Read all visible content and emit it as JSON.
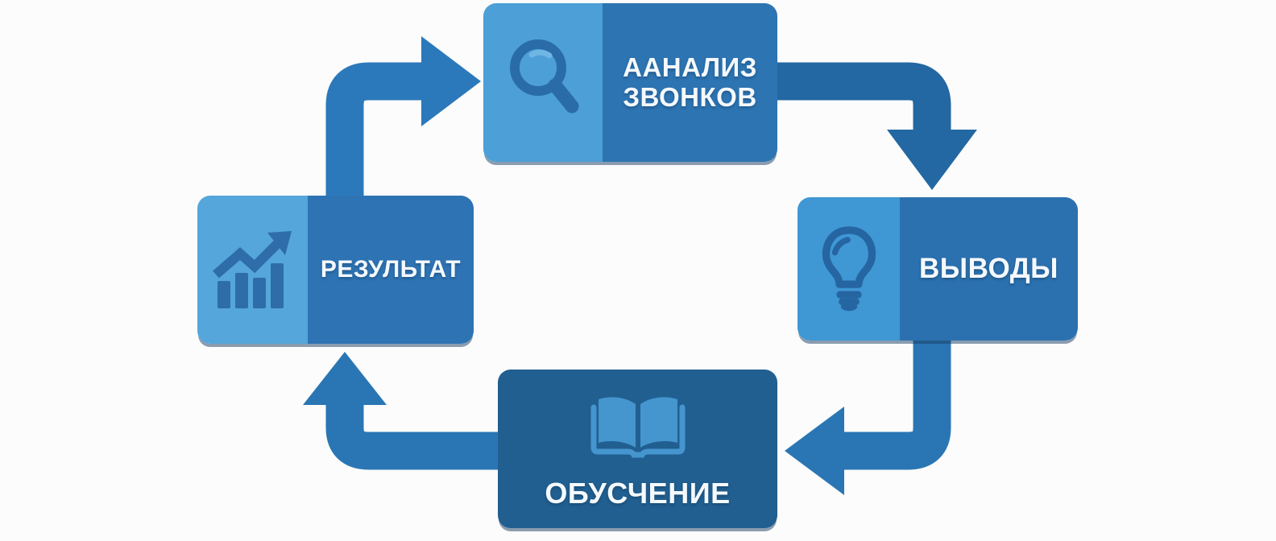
{
  "diagram": {
    "type": "cycle",
    "background_color": "#fcfcfc",
    "nodes": {
      "call_analysis": {
        "label_line1": "ААНАЛИЗ",
        "label_line2": "ЗВОНКОВ",
        "icon": "magnifier-icon",
        "icon_panel_color": "#4d9fd7",
        "body_color": "#2d74b2",
        "position": "top"
      },
      "conclusions": {
        "label": "ВЫВОДЫ",
        "icon": "lightbulb-icon",
        "icon_panel_color": "#3f97d4",
        "body_color": "#2b71af",
        "position": "right"
      },
      "training": {
        "label": "ОБУСЧЕНИЕ",
        "icon": "open-book-icon",
        "body_color": "#215f90",
        "position": "bottom"
      },
      "result": {
        "label": "РЕЗУЛЬТАТ",
        "icon": "bar-chart-growth-icon",
        "icon_panel_color": "#55a6da",
        "body_color": "#2e73b3",
        "position": "left"
      }
    },
    "arrows": {
      "result_to_call_analysis": {
        "shape": "up-then-right",
        "color": "#2b79ba"
      },
      "call_analysis_to_conclusions": {
        "shape": "right-then-down",
        "color": "#2368a2"
      },
      "conclusions_to_training": {
        "shape": "down-then-left",
        "color": "#2a76b4"
      },
      "training_to_result": {
        "shape": "left-then-up",
        "color": "#2a76b4"
      }
    },
    "text_color": "#ffffff"
  }
}
